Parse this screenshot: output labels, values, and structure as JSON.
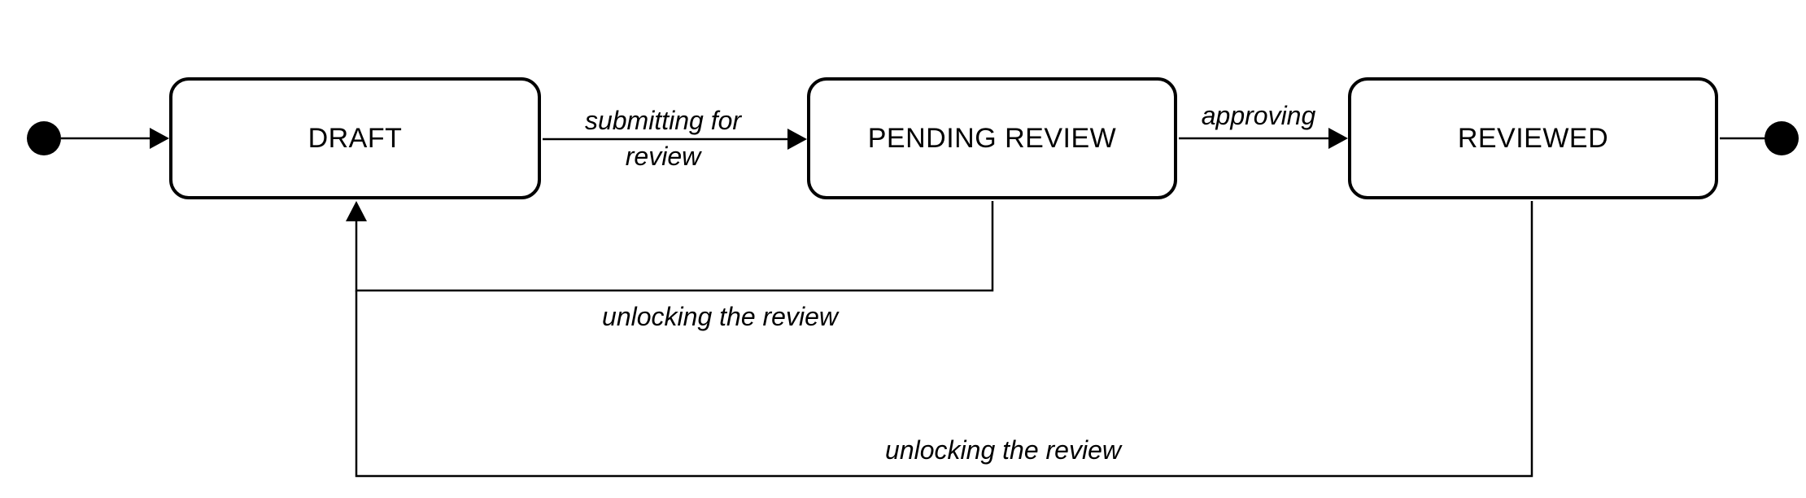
{
  "diagram_type": "state-machine",
  "colors": {
    "ink": "#000000",
    "background": "#ffffff"
  },
  "icons": {
    "initial_state": "filled-circle",
    "final_state": "filled-circle"
  },
  "states": [
    {
      "label": "DRAFT"
    },
    {
      "label": "PENDING REVIEW"
    },
    {
      "label": "REVIEWED"
    }
  ],
  "transitions": [
    {
      "from": "initial",
      "to": "DRAFT",
      "label": ""
    },
    {
      "from": "DRAFT",
      "to": "PENDING REVIEW",
      "label": "submitting for review"
    },
    {
      "from": "PENDING REVIEW",
      "to": "REVIEWED",
      "label": "approving"
    },
    {
      "from": "REVIEWED",
      "to": "final",
      "label": ""
    },
    {
      "from": "PENDING REVIEW",
      "to": "DRAFT",
      "label": "unlocking the review"
    },
    {
      "from": "REVIEWED",
      "to": "DRAFT",
      "label": "unlocking the review"
    }
  ]
}
